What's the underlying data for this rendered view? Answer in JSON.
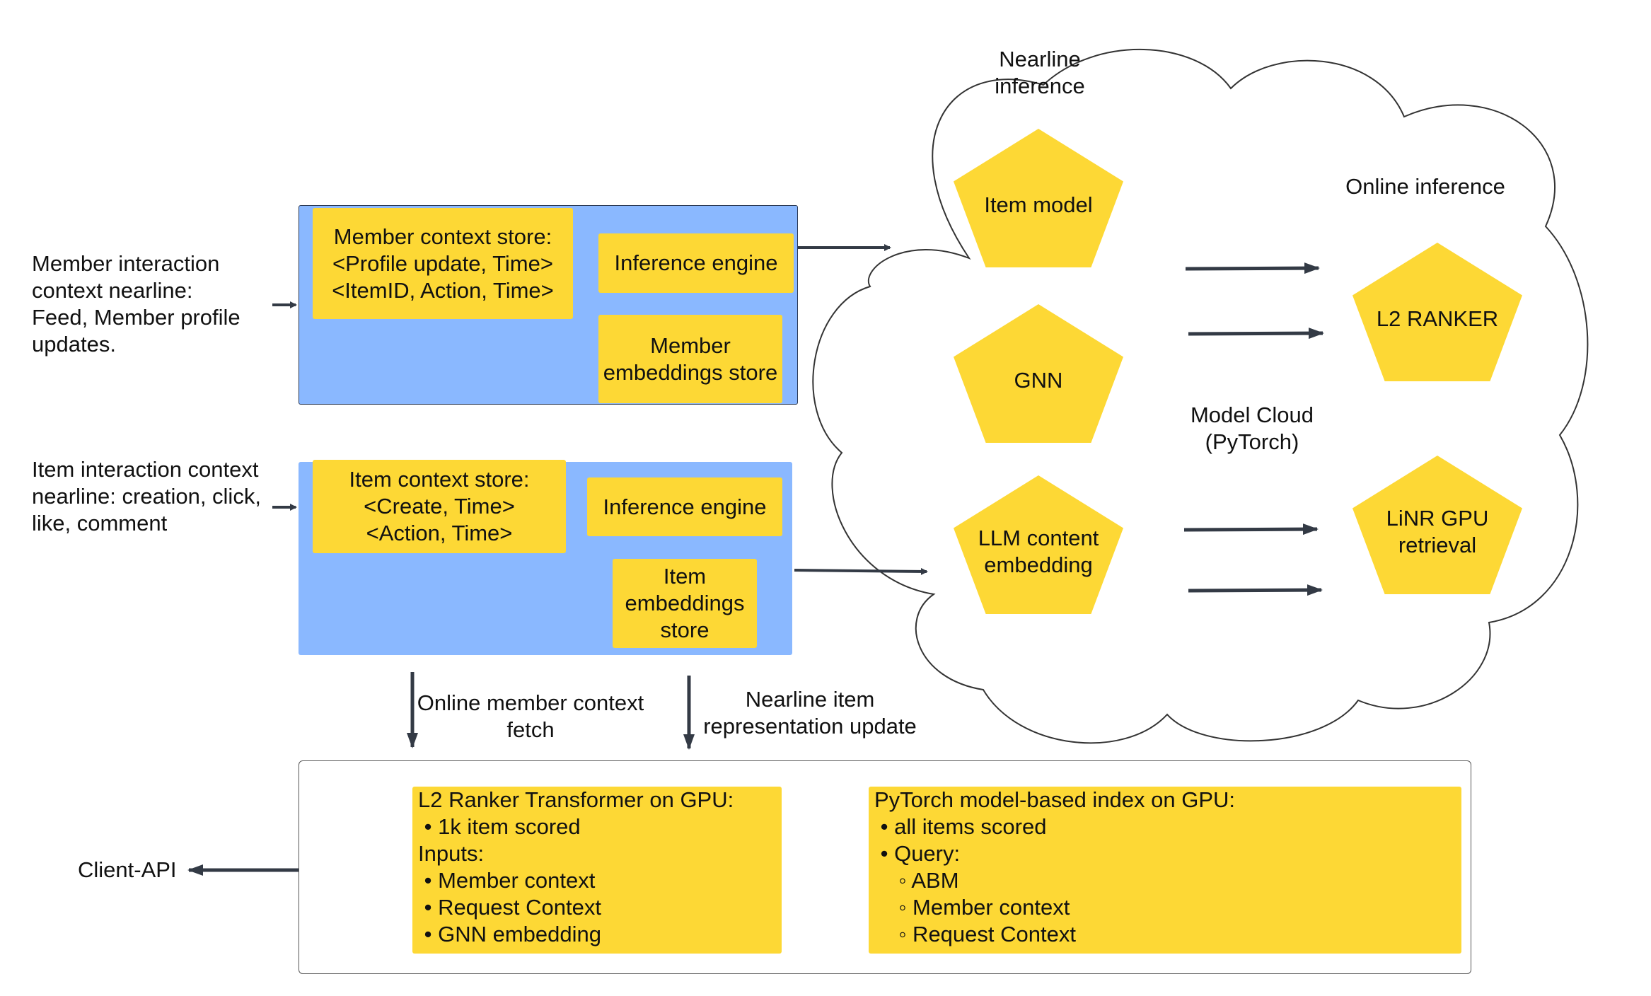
{
  "labels": {
    "member_input": [
      "Member interaction",
      "context nearline:",
      "Feed, Member profile",
      "updates."
    ],
    "item_input": [
      "Item interaction context",
      "nearline: creation, click,",
      "like, comment"
    ],
    "nearline_inference": [
      "Nearline",
      "inference"
    ],
    "online_inference": "Online inference",
    "model_cloud": [
      "Model Cloud",
      "(PyTorch)"
    ],
    "online_member_fetch": [
      "Online member context",
      "fetch"
    ],
    "nearline_item_update": [
      "Nearline item",
      "representation update"
    ],
    "client_api": "Client-API"
  },
  "member_panel": {
    "context_store": [
      "Member context store:",
      "<Profile update, Time>",
      "<ItemID, Action, Time>"
    ],
    "inference_engine": "Inference engine",
    "embeddings_store": [
      "Member",
      "embeddings store"
    ]
  },
  "item_panel": {
    "context_store": [
      "Item context store:",
      "<Create, Time>",
      "<Action, Time>"
    ],
    "inference_engine": "Inference engine",
    "embeddings_store": [
      "Item",
      "embeddings",
      "store"
    ]
  },
  "cloud_models": {
    "item_model": "Item model",
    "gnn": "GNN",
    "llm": [
      "LLM content",
      "embedding"
    ],
    "l2_ranker": "L2 RANKER",
    "linr": [
      "LiNR GPU",
      "retrieval"
    ]
  },
  "l2_ranker_box": [
    "L2 Ranker Transformer on GPU:",
    " • 1k item scored",
    "Inputs:",
    " • Member context",
    " • Request Context",
    " • GNN embedding"
  ],
  "pytorch_index_box": [
    "PyTorch model-based index on GPU:",
    " • all items scored",
    " • Query:",
    "    ◦ ABM",
    "    ◦ Member context",
    "    ◦ Request Context"
  ],
  "colors": {
    "yellow": "#fdd835",
    "blue_panel": "#8ab8ff",
    "arrow": "#333a45"
  }
}
